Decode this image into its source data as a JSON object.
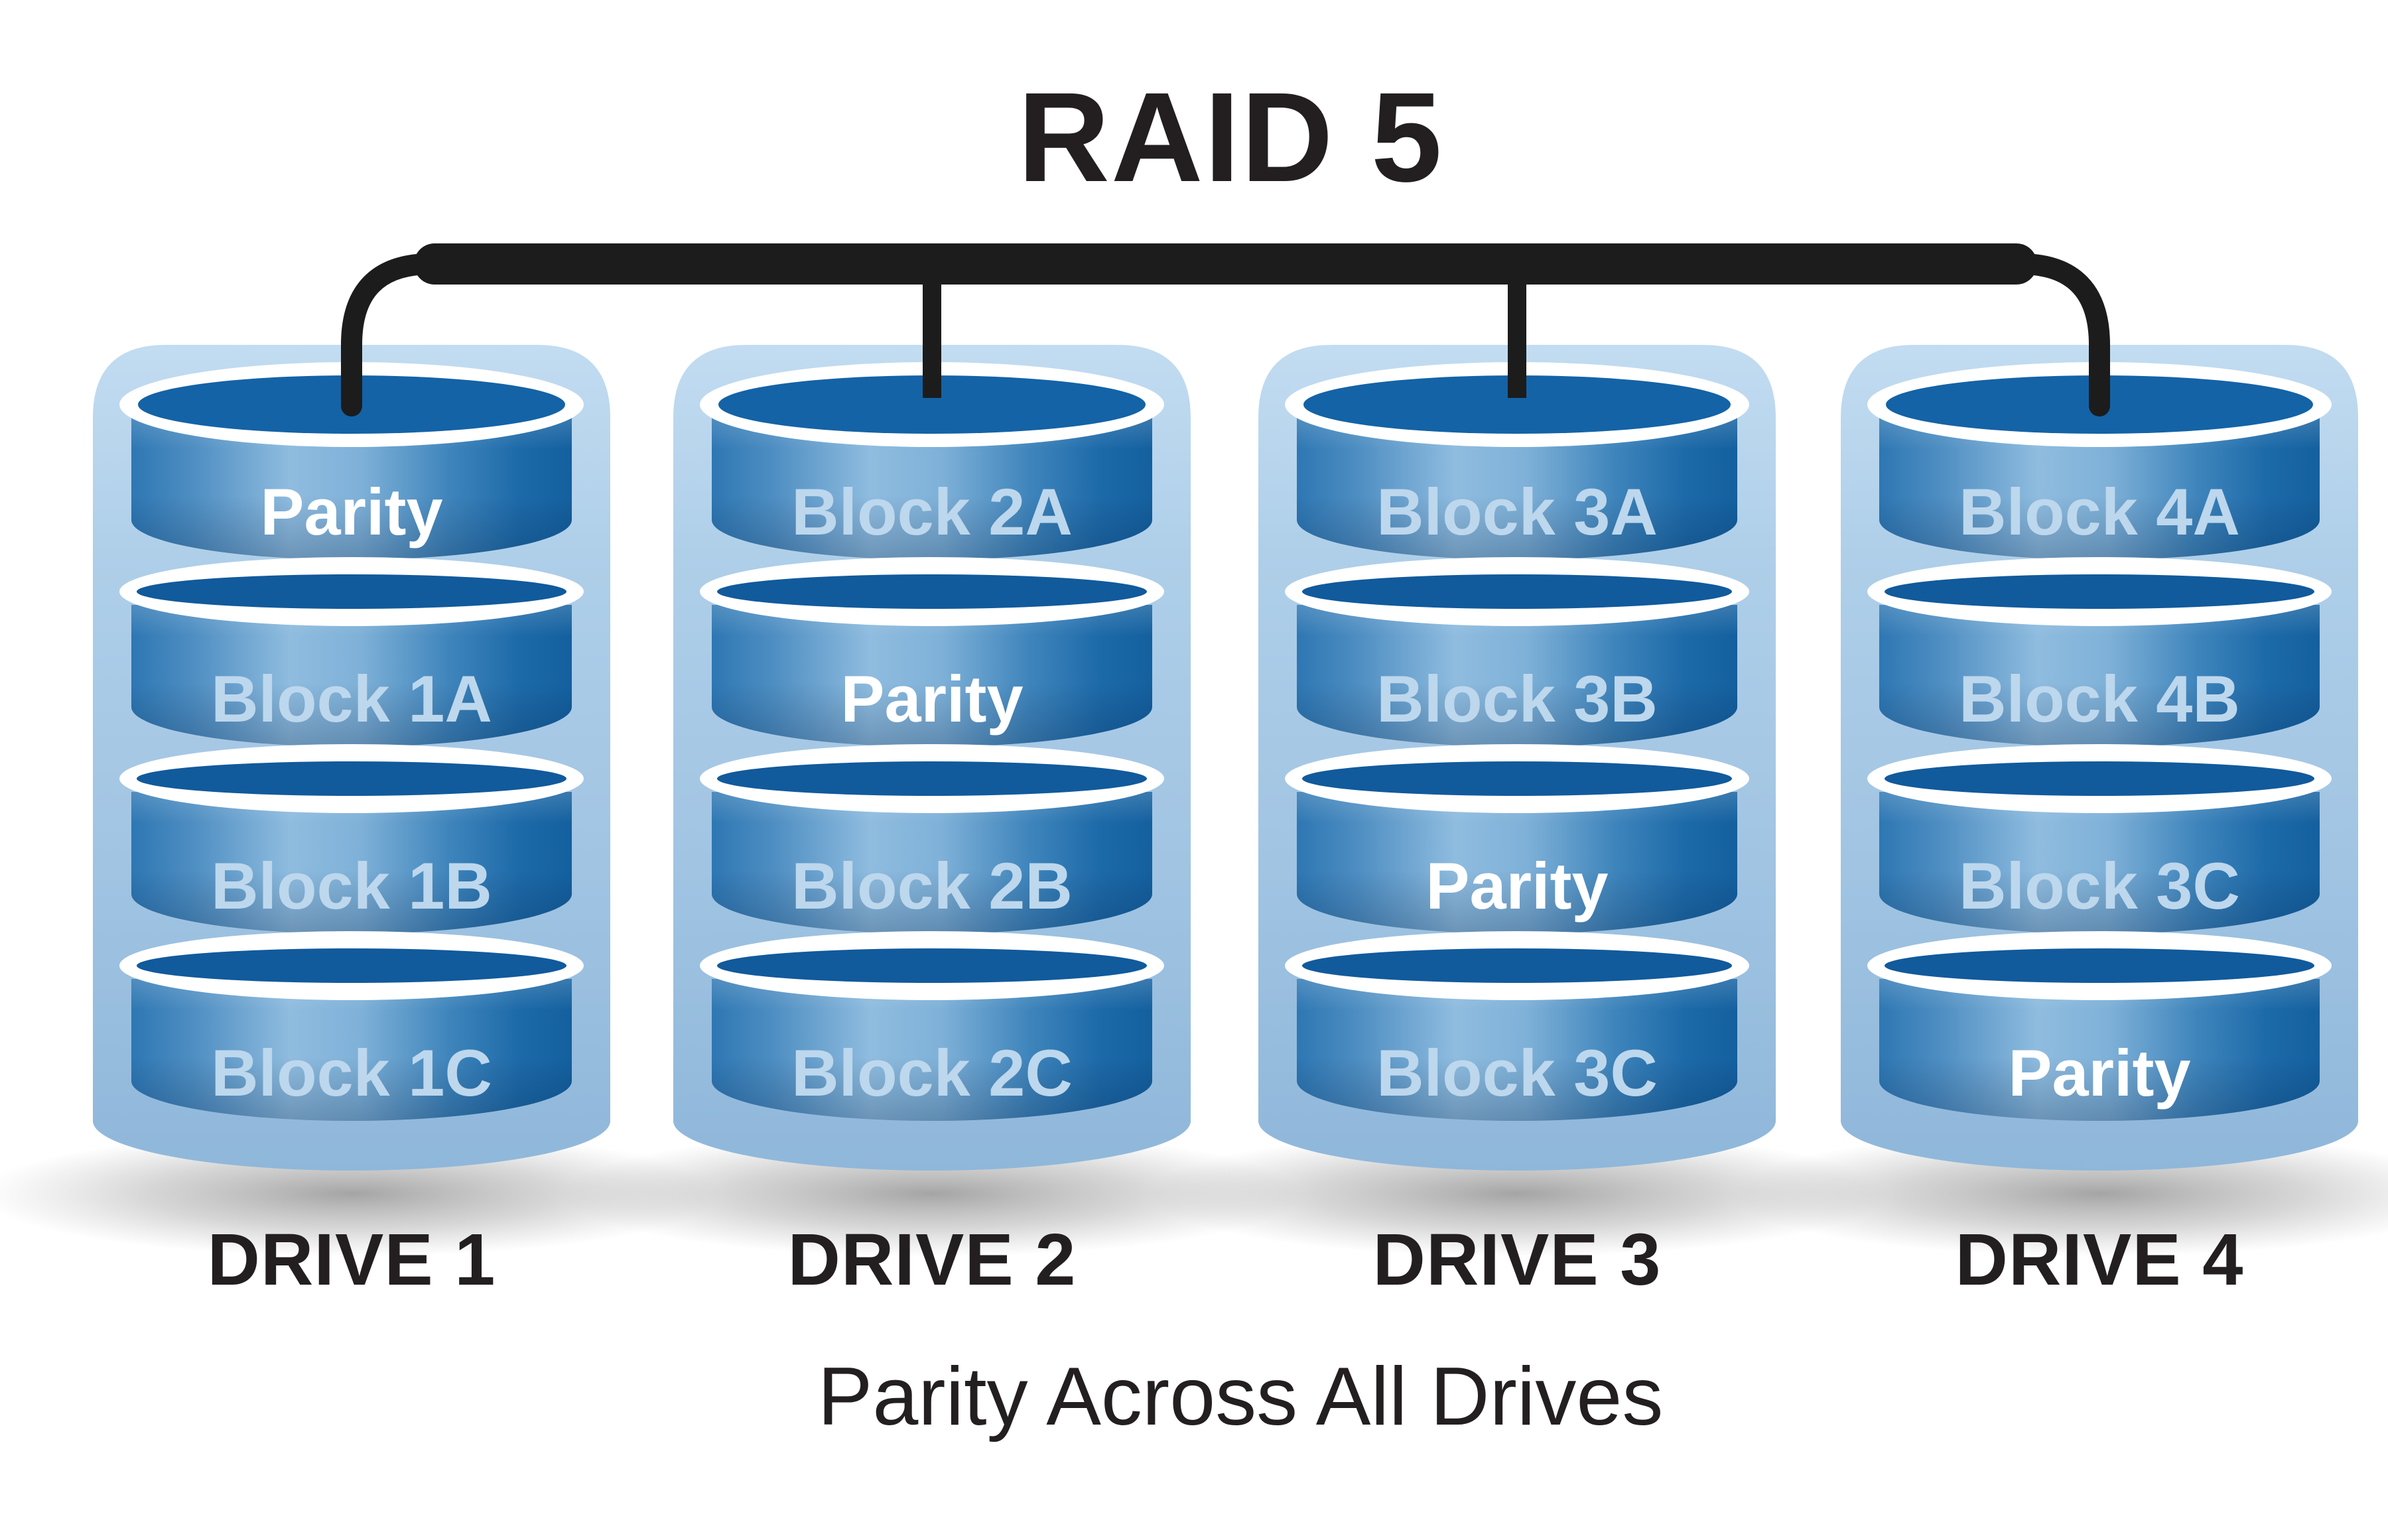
{
  "title": "RAID 5",
  "caption": "Parity Across All Drives",
  "drives": [
    {
      "label": "DRIVE 1",
      "segments": [
        "Parity",
        "Block 1A",
        "Block 1B",
        "Block 1C"
      ]
    },
    {
      "label": "DRIVE 2",
      "segments": [
        "Block 2A",
        "Parity",
        "Block 2B",
        "Block 2C"
      ]
    },
    {
      "label": "DRIVE 3",
      "segments": [
        "Block 3A",
        "Block 3B",
        "Parity",
        "Block 3C"
      ]
    },
    {
      "label": "DRIVE 4",
      "segments": [
        "Block 4A",
        "Block 4B",
        "Block 3C",
        "Parity"
      ]
    }
  ],
  "colors": {
    "bus": "#1C1C1C",
    "band_light": "#8FBCDF",
    "band_dark": "#14609F",
    "platter_top_navy": "#1463A6",
    "casing_light_blue": "#A6C8E4",
    "block_text": "#BDD7ED",
    "parity_text": "#FFFFFF",
    "label_text": "#231F20"
  }
}
